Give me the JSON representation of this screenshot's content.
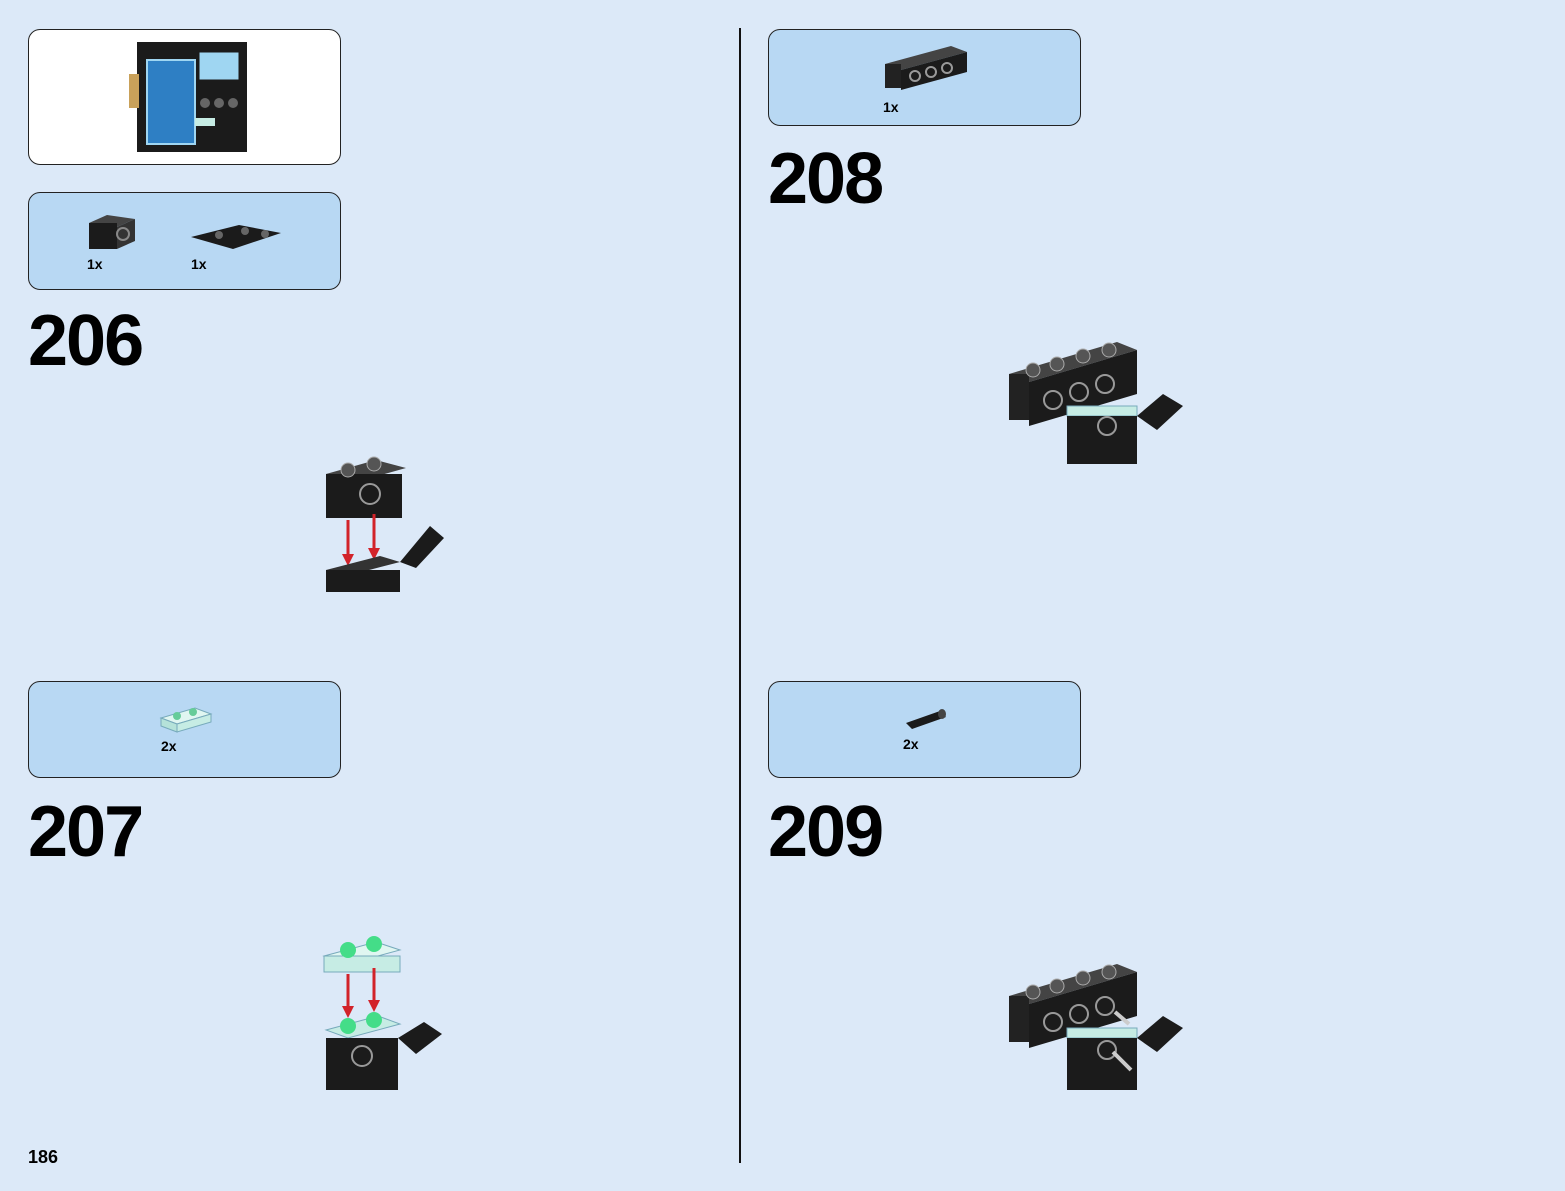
{
  "page": {
    "number": "186"
  },
  "steps": [
    {
      "number": "206",
      "parts": [
        {
          "qty": "1x"
        },
        {
          "qty": "1x"
        }
      ]
    },
    {
      "number": "207",
      "parts": [
        {
          "qty": "2x"
        }
      ]
    },
    {
      "number": "208",
      "parts": [
        {
          "qty": "1x"
        }
      ]
    },
    {
      "number": "209",
      "parts": [
        {
          "qty": "2x"
        }
      ]
    }
  ],
  "colors": {
    "background": "#dce9f8",
    "parts_box": "#b8d8f3",
    "brick": "#1b1b1b",
    "trans_clear": "#c6ece4",
    "arrow": "#d2232a"
  }
}
